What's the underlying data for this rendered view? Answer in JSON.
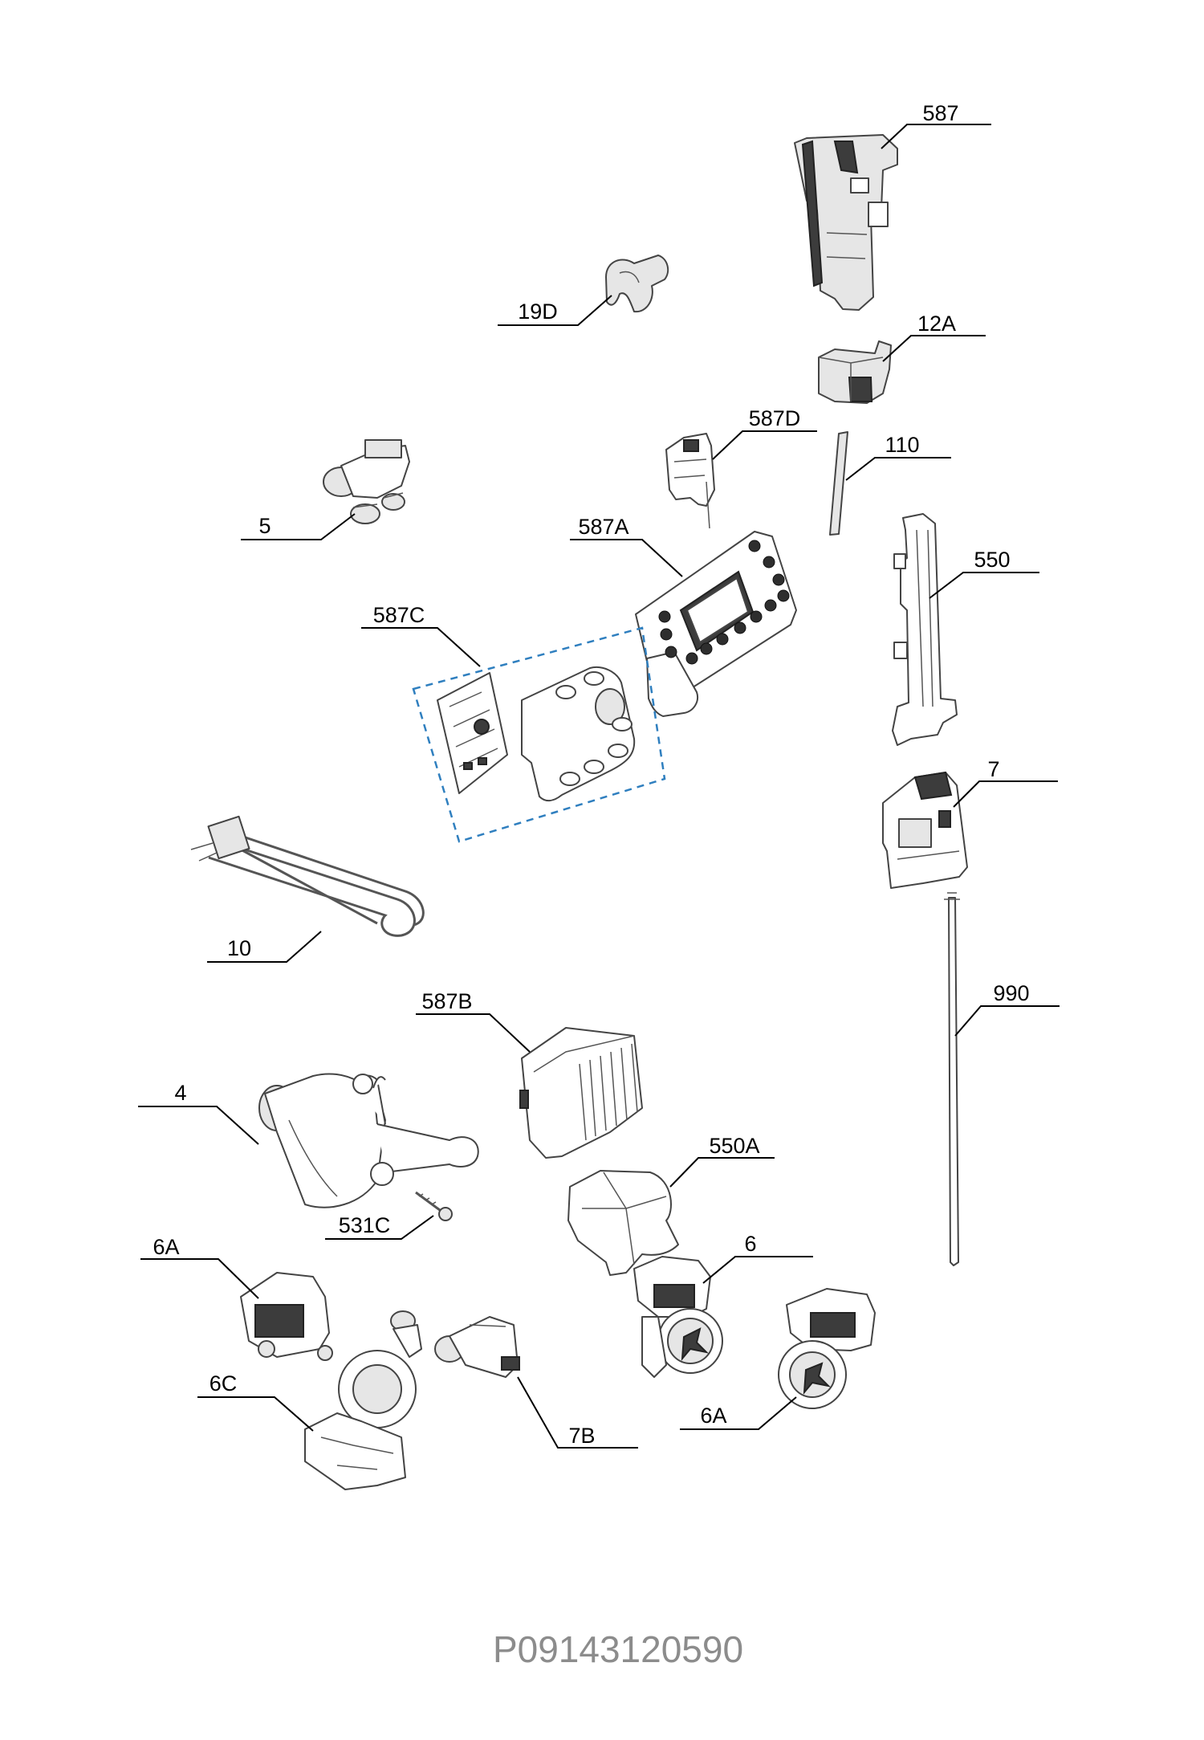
{
  "diagram": {
    "colors": {
      "line": "#000000",
      "part_outline": "#444444",
      "group_box": "#2f7fbf",
      "footer_text": "#8c8c8c"
    },
    "parts": [
      {
        "key": "p587",
        "label": "587"
      },
      {
        "key": "p19D",
        "label": "19D"
      },
      {
        "key": "p12A",
        "label": "12A"
      },
      {
        "key": "p587D",
        "label": "587D"
      },
      {
        "key": "p110",
        "label": "110"
      },
      {
        "key": "p5",
        "label": "5"
      },
      {
        "key": "p587A",
        "label": "587A"
      },
      {
        "key": "p550",
        "label": "550"
      },
      {
        "key": "p587C",
        "label": "587C"
      },
      {
        "key": "p7",
        "label": "7"
      },
      {
        "key": "p10",
        "label": "10"
      },
      {
        "key": "p990",
        "label": "990"
      },
      {
        "key": "p587B",
        "label": "587B"
      },
      {
        "key": "p4",
        "label": "4"
      },
      {
        "key": "p550A",
        "label": "550A"
      },
      {
        "key": "p531C",
        "label": "531C"
      },
      {
        "key": "p6",
        "label": "6"
      },
      {
        "key": "p6A_1",
        "label": "6A"
      },
      {
        "key": "p6C",
        "label": "6C"
      },
      {
        "key": "p7B",
        "label": "7B"
      },
      {
        "key": "p6A_2",
        "label": "6A"
      }
    ],
    "footer_code": "P09143120590"
  }
}
